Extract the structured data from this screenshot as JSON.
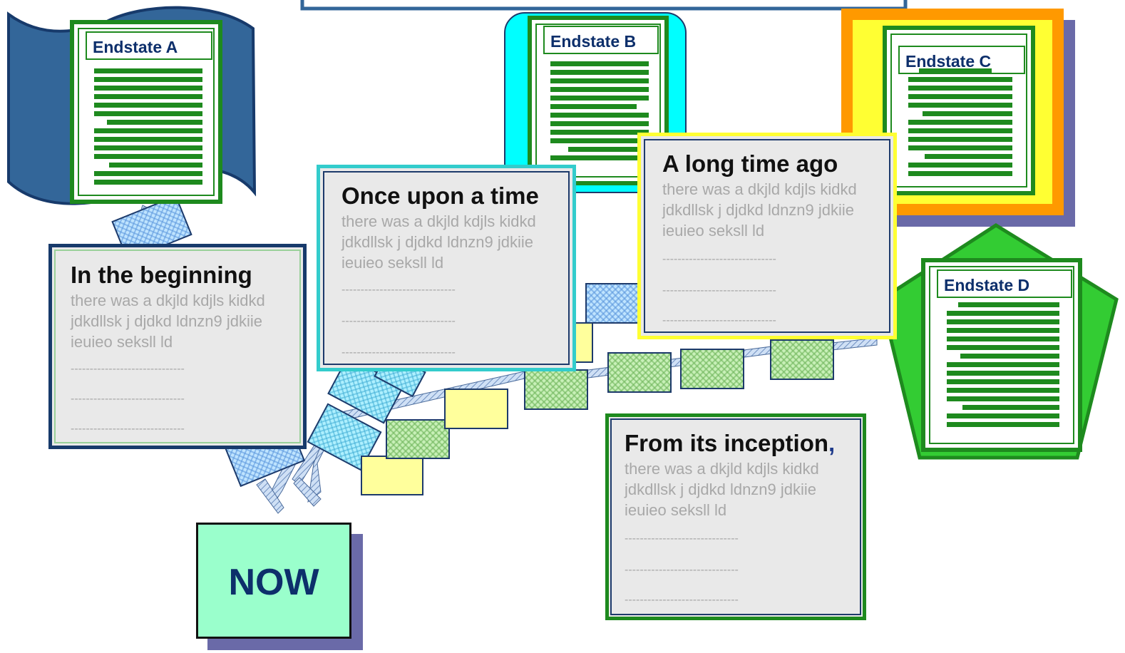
{
  "endstates": [
    {
      "id": "a",
      "title": "Endstate A"
    },
    {
      "id": "b",
      "title": "Endstate B"
    },
    {
      "id": "c",
      "title": "Endstate C"
    },
    {
      "id": "d",
      "title": "Endstate D"
    }
  ],
  "stories": [
    {
      "id": "beginning",
      "title": "In the beginning",
      "body": "there was a dkjld kdjls kidkd jdkdllsk j djdkd ldnzn9 jdkiie ieuieo seksll ld",
      "dash": "------------------------------"
    },
    {
      "id": "once",
      "title": "Once upon a time",
      "body": "there was a dkjld kdjls kidkd jdkdllsk j djdkd ldnzn9 jdkiie ieuieo seksll ld",
      "dash": "------------------------------"
    },
    {
      "id": "longago",
      "title": "A long time ago",
      "body": "there was a dkjld kdjls kidkd jdkdllsk j djdkd ldnzn9 jdkiie ieuieo seksll ld",
      "dash": "------------------------------"
    },
    {
      "id": "inception",
      "title": "From its inception",
      "title_suffix": ",",
      "body": "there was a dkjld kdjls kidkd jdkdllsk j djdkd ldnzn9 jdkiie ieuieo seksll ld",
      "dash": "------------------------------"
    }
  ],
  "now": {
    "label": "NOW"
  },
  "colors": {
    "doc_green": "#1e8a1e",
    "title_navy": "#0d2f6b",
    "banner_blue": "#336699",
    "cyan": "#00ffff",
    "orange": "#ff9900",
    "yellow": "#ffff33",
    "pentagon_green": "#33cc33",
    "shadow_purple": "#6a6aa8",
    "now_fill": "#9affcc"
  }
}
